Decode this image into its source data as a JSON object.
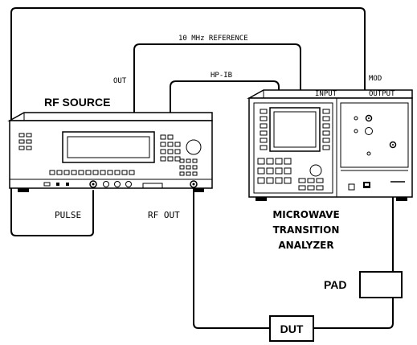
{
  "labels": {
    "ref": "10 MHz REFERENCE",
    "out": "OUT",
    "hpib": "HP-IB",
    "input": "INPUT",
    "mod1": "MOD",
    "mod2": "OUTPUT",
    "rf_source": "RF SOURCE",
    "pulse": "PULSE",
    "rf_out": "RF OUT",
    "mta1": "MICROWAVE",
    "mta2": "TRANSITION",
    "mta3": "ANALYZER",
    "pad": "PAD",
    "dut": "DUT"
  }
}
